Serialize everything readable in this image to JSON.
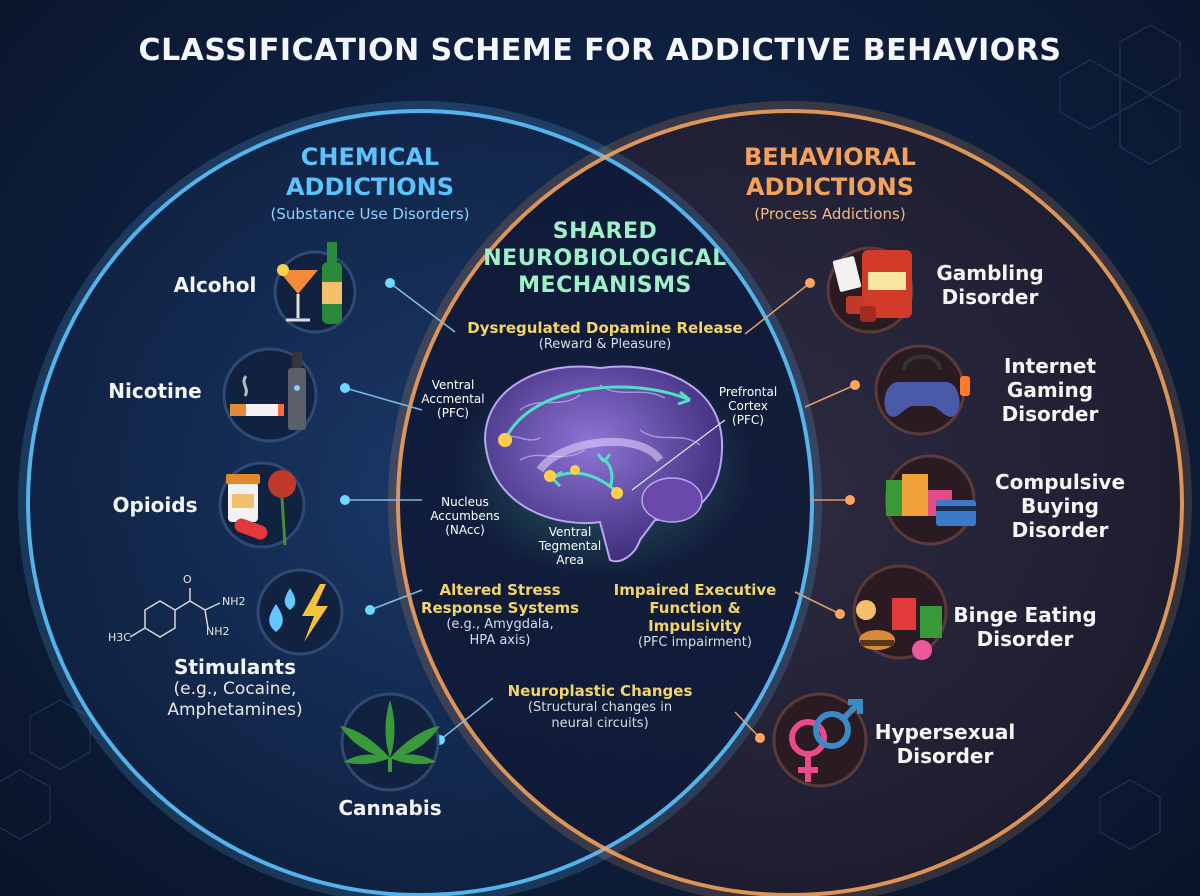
{
  "title": "CLASSIFICATION SCHEME FOR ADDICTIVE BEHAVIORS",
  "chemical": {
    "heading": [
      "CHEMICAL",
      "ADDICTIONS"
    ],
    "subheading": "(Substance Use Disorders)",
    "items": [
      {
        "label": "Alcohol",
        "icon": "cocktail-bottle-icon"
      },
      {
        "label": "Nicotine",
        "icon": "cigarette-vape-icon"
      },
      {
        "label": "Opioids",
        "icon": "pill-poppy-icon"
      },
      {
        "label": "Stimulants",
        "sub": [
          "(e.g., Cocaine,",
          "Amphetamines)"
        ],
        "icon": "drops-lightning-icon"
      },
      {
        "label": "Cannabis",
        "icon": "cannabis-leaf-icon"
      }
    ],
    "molecule_labels": {
      "nh2_top": "NH2",
      "nh2_bottom": "NH2",
      "h3c": "H3C",
      "oxygen": "O"
    }
  },
  "behavioral": {
    "heading": [
      "BEHAVIORAL",
      "ADDICTIONS"
    ],
    "subheading": "(Process Addictions)",
    "items": [
      {
        "lines": [
          "Gambling",
          "Disorder"
        ],
        "icon": "slot-machine-cards-dice-icon"
      },
      {
        "lines": [
          "Internet",
          "Gaming",
          "Disorder"
        ],
        "icon": "game-controller-headset-icon"
      },
      {
        "lines": [
          "Compulsive",
          "Buying",
          "Disorder"
        ],
        "icon": "shopping-bags-card-icon"
      },
      {
        "lines": [
          "Binge Eating",
          "Disorder"
        ],
        "icon": "fast-food-icon"
      },
      {
        "lines": [
          "Hypersexual",
          "Disorder"
        ],
        "icon": "gender-symbols-icon"
      }
    ]
  },
  "shared": {
    "heading": [
      "SHARED",
      "NEUROBIOLOGICAL",
      "MECHANISMS"
    ],
    "mechanisms": [
      {
        "title": [
          "Dysregulated Dopamine Release"
        ],
        "desc": [
          "(Reward & Pleasure)"
        ]
      },
      {
        "title": [
          "Altered Stress",
          "Response Systems"
        ],
        "desc": [
          "(e.g., Amygdala,",
          "HPA axis)"
        ]
      },
      {
        "title": [
          "Impaired Executive",
          "Function &",
          "Impulsivity"
        ],
        "desc": [
          "(PFC impairment)"
        ]
      },
      {
        "title": [
          "Neuroplastic Changes"
        ],
        "desc": [
          "(Structural changes in",
          "neural circuits)"
        ]
      }
    ],
    "brain_labels": {
      "ventral_accmental": [
        "Ventral",
        "Accmental",
        "(PFC)"
      ],
      "prefrontal": [
        "Prefrontal",
        "Cortex",
        "(PFC)"
      ],
      "nucleus": [
        "Nucleus",
        "Accumbens",
        "(NAcc)"
      ],
      "vta": [
        "Ventral",
        "Tegmental",
        "Area"
      ]
    }
  },
  "colors": {
    "chemical": "#5cc3ff",
    "behavioral": "#f2a25c",
    "shared": "#9ff0c8",
    "mechanism": "#f2d46a",
    "background": "#0c1830"
  }
}
